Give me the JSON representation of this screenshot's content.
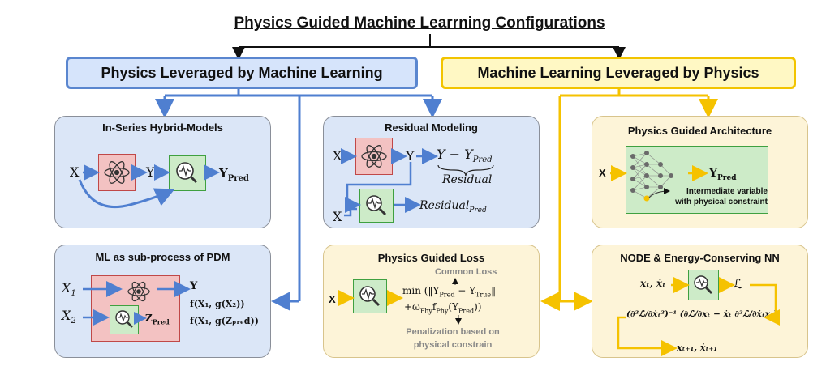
{
  "title": "Physics Guided Machine Learrning Configurations",
  "left_heading": "Physics Leveraged by Machine Learning",
  "right_heading": "Machine Learning Leveraged by Physics",
  "colors": {
    "blue": "#4f7fd0",
    "gold": "#f5c200",
    "panel_blue": "#dbe6f7",
    "panel_gold": "#fdf4d8",
    "ml_green": "#cdebc8",
    "physics_red": "#f3c2c2"
  },
  "icons": {
    "physics_model": "atom-icon",
    "ml_model": "magnifier-waveform-icon"
  },
  "in_series": {
    "title": "In-Series Hybrid-Models",
    "x": "X",
    "y": "Y",
    "y_pred": "Y",
    "y_pred_sub": "Pred"
  },
  "residual": {
    "title": "Residual Modeling",
    "x1": "X",
    "y": "Y",
    "residual_expr": "Y − Y",
    "residual_expr_sub": "Pred",
    "residual_label": "Residual",
    "x2": "X",
    "residual_pred": "Residual",
    "residual_pred_sub": "Pred"
  },
  "pg_architecture": {
    "title": "Physics Guided Architecture",
    "x": "X",
    "y_pred": "Y",
    "y_pred_sub": "Pred",
    "note_line1": "Intermediate variable",
    "note_line2": "with physical constraint"
  },
  "ml_subprocess": {
    "title": "ML as sub-process of PDM",
    "x1": "X",
    "x1_sub": "1",
    "x2": "X",
    "x2_sub": "2",
    "z_pred": "Z",
    "z_pred_sub": "Pred",
    "y": "Y",
    "f1": "f(X₁, g(X₂))",
    "f2": "f(X₁, g(Zₚᵣₑd))"
  },
  "pg_loss": {
    "title": "Physics Guided Loss",
    "x": "X",
    "common_loss": "Common Loss",
    "loss_line1": "min (‖Y",
    "loss_line1_sub1": "Pred",
    "loss_line1_mid": " − Y",
    "loss_line1_sub2": "True",
    "loss_line1_end": "‖",
    "loss_line2": "+ω",
    "loss_line2_sub1": "Phy",
    "loss_line2_f": "f",
    "loss_line2_sub2": "Phy",
    "loss_line2_end": "(Y",
    "loss_line2_sub3": "Pred",
    "loss_line2_close": "))",
    "penalty_line1": "Penalization based on",
    "penalty_line2": "physical constrain"
  },
  "node": {
    "title": "NODE & Energy-Conserving NN",
    "inputs": "xₜ, ẋₜ",
    "loss": "ℒ",
    "equation": "(∂²ℒ/∂ẋₜ²)⁻¹ (∂ℒ/∂xₜ − ẋₜ ∂²ℒ/∂ẋₜxₜ)",
    "outputs": "xₜ₊₁, ẋₜ₊₁"
  }
}
